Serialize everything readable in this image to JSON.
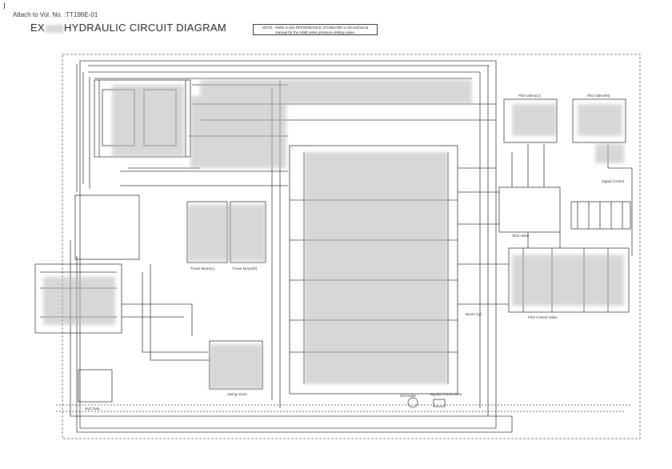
{
  "header": {
    "attach_label": "Attach to Vol. No. :TT196E-01",
    "title_prefix": "EX",
    "title_main": "HYDRAULIC CIRCUIT DIAGRAM"
  },
  "note": {
    "line1": "NOTE : Refer to the PEFORMANCE STANDARD in the technical",
    "line2": "manual for the relief valve pressure setting value."
  },
  "labels": {
    "pilot_valve_left": "Pilot Valve(Lt)",
    "pilot_valve_right": "Pilot Valve(Rt)",
    "swing_motor": "Swing motor",
    "hyd_tank": "Hyd Tank",
    "oil_cooler": "Oil Cooler",
    "bypass_valve": "Bypass check valve",
    "pilot_control_valve": "Pilot Control Valve",
    "travel_motor_left": "Travel Motor(L)",
    "travel_motor_right": "Travel Motor(R)",
    "boom_cyl": "Boom Cyl.",
    "shut_valve": "Shut Valve",
    "signal_control": "Signal Control"
  },
  "colors": {
    "line": "#3a3a3a",
    "faint": "#9a9a9a",
    "blur": "#bdbdbd"
  }
}
